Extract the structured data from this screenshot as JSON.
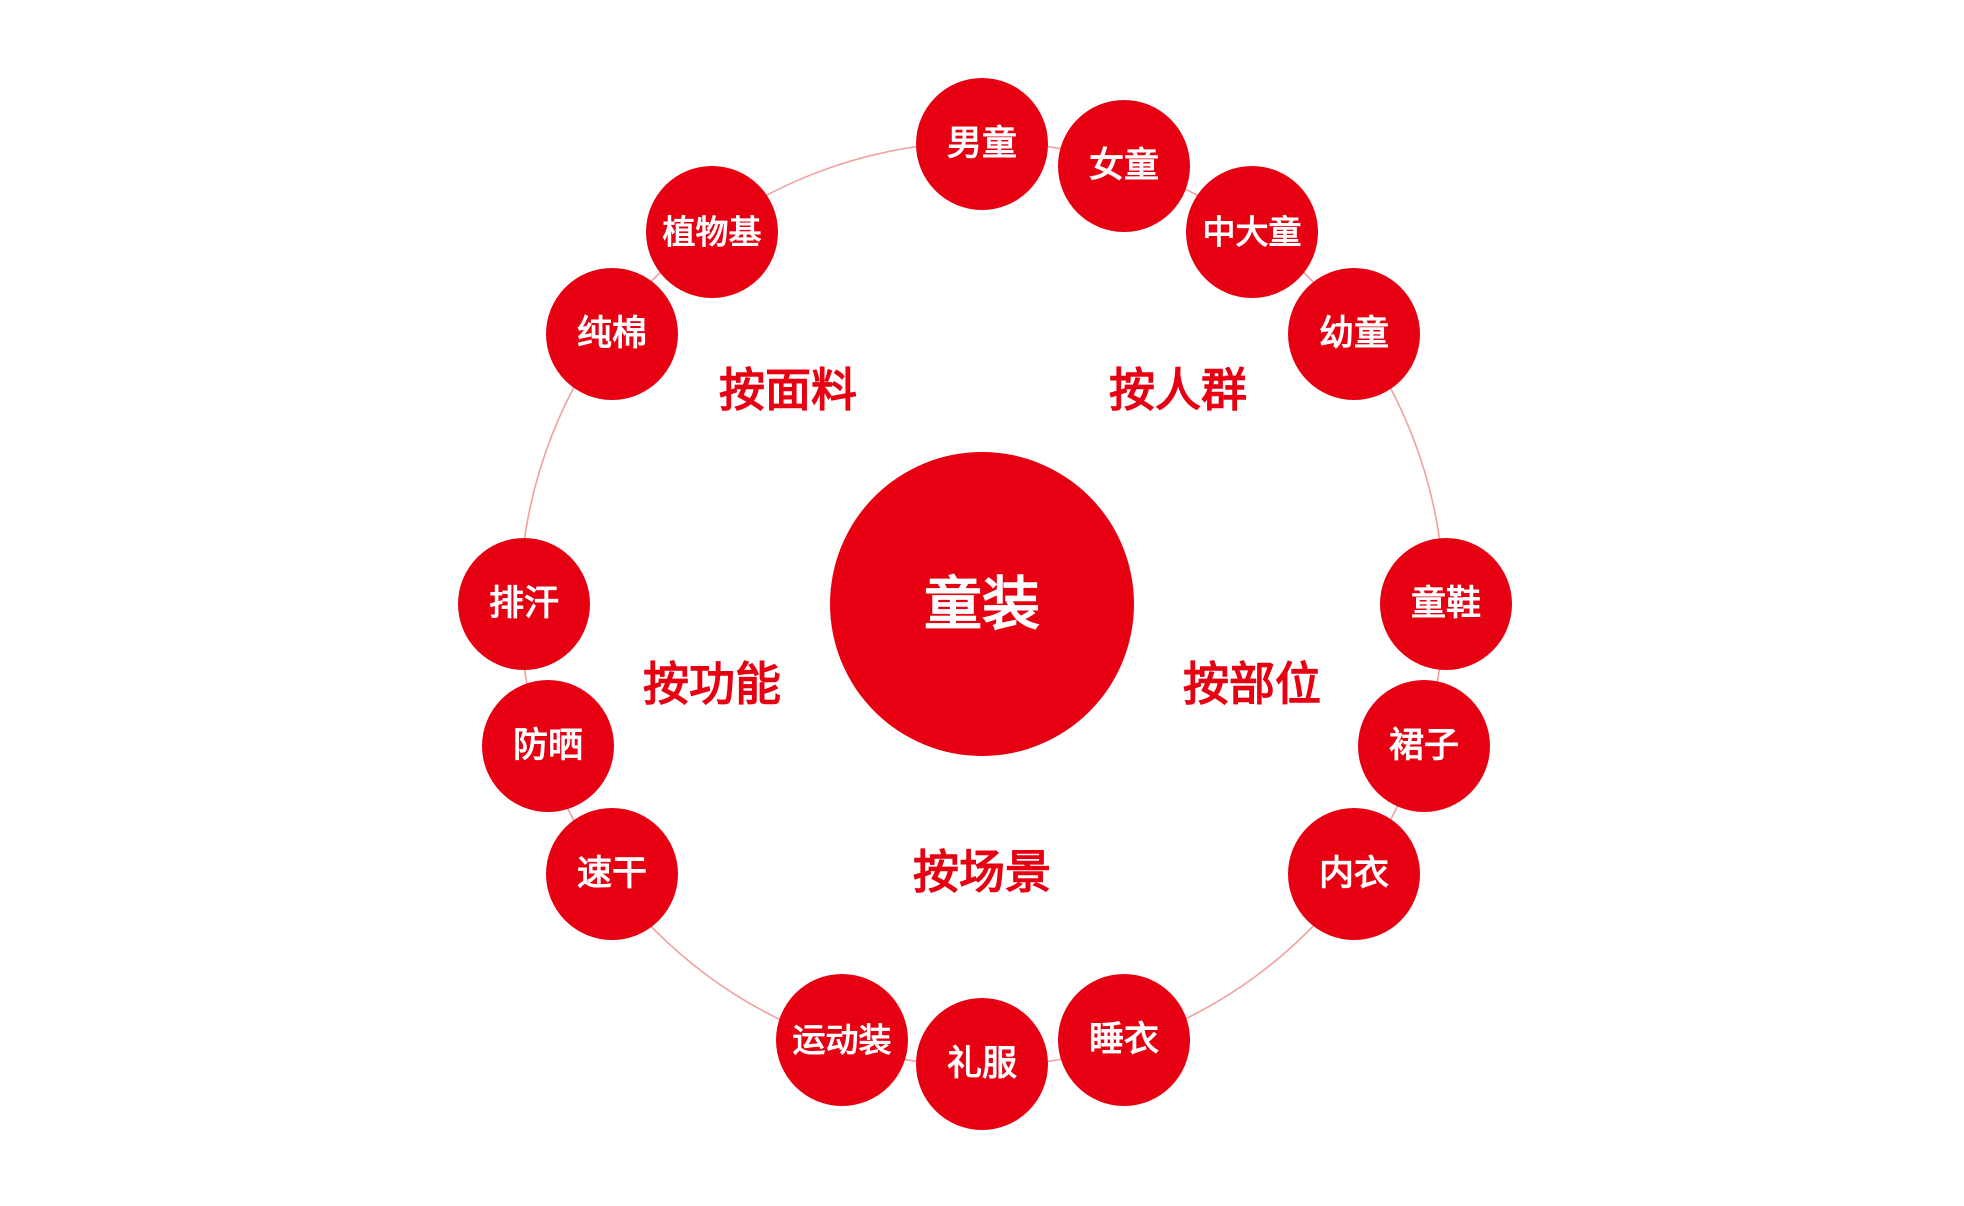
{
  "colors": {
    "node_fill": "#e60012",
    "ring_line": "#f0a0a0",
    "category_text": "#e60012",
    "node_text": "#ffffff",
    "background": "#ffffff"
  },
  "center": {
    "label": "童装"
  },
  "categories": [
    {
      "id": "fabric",
      "label": "按面料"
    },
    {
      "id": "people",
      "label": "按人群"
    },
    {
      "id": "function",
      "label": "按功能"
    },
    {
      "id": "part",
      "label": "按部位"
    },
    {
      "id": "scene",
      "label": "按场景"
    }
  ],
  "nodes": [
    {
      "id": "boys",
      "label": "男童"
    },
    {
      "id": "girls",
      "label": "女童"
    },
    {
      "id": "older-kids",
      "label": "中大童"
    },
    {
      "id": "young-kids",
      "label": "幼童"
    },
    {
      "id": "kids-shoes",
      "label": "童鞋"
    },
    {
      "id": "skirt",
      "label": "裙子"
    },
    {
      "id": "underwear",
      "label": "内衣"
    },
    {
      "id": "pajamas",
      "label": "睡衣"
    },
    {
      "id": "formal-wear",
      "label": "礼服"
    },
    {
      "id": "sportswear",
      "label": "运动装"
    },
    {
      "id": "quick-dry",
      "label": "速干"
    },
    {
      "id": "sun-protection",
      "label": "防晒"
    },
    {
      "id": "sweat-wicking",
      "label": "排汗"
    },
    {
      "id": "pure-cotton",
      "label": "纯棉"
    },
    {
      "id": "plant-based",
      "label": "植物基"
    }
  ]
}
